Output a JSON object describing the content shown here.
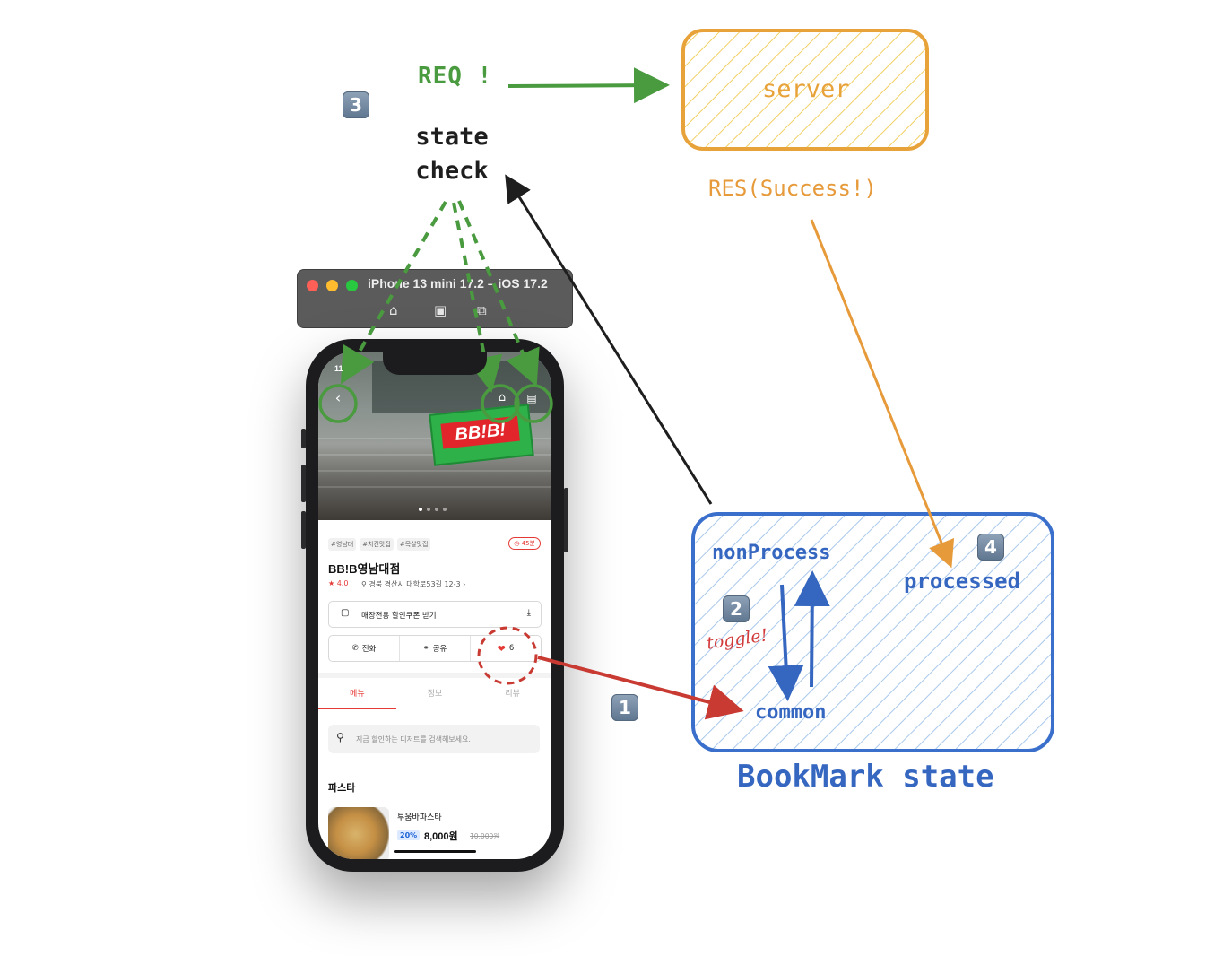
{
  "simulator": {
    "title": "iPhone 13 mini 17.2 – iOS 17.2",
    "home_icon": "home-icon",
    "screenshot_icon": "camera-icon",
    "rotate_icon": "rotate-icon"
  },
  "app": {
    "status_time": "11",
    "hero_sign": "BB!B!",
    "tags": [
      "#영남대",
      "#치킨맛집",
      "#목살맛집"
    ],
    "time_badge": "45분",
    "store_name": "BB!B영남대점",
    "rating": "4.0",
    "address": "경북 경산시 대학로53길 12-3",
    "coupon_label": "매장전용 할인쿠폰 받기",
    "actions": {
      "call": "전화",
      "share": "공유",
      "like_count": "6"
    },
    "tabs": [
      "메뉴",
      "정보",
      "리뷰"
    ],
    "search_placeholder": "지금 할인하는 디저트를 검색해보세요.",
    "section_title": "파스타",
    "menu_item": {
      "name": "투움바파스타",
      "discount": "20%",
      "price": "8,000원",
      "original_price": "10,000원"
    }
  },
  "diagram": {
    "req_label": "REQ !",
    "state_check_line1": "state",
    "state_check_line2": "check",
    "server_label": "server",
    "res_label": "RES(Success!)",
    "state_box": {
      "non_process": "nonProcess",
      "processed": "processed",
      "common": "common",
      "toggle": "toggle!",
      "title": "BookMark state"
    },
    "steps": [
      "1",
      "2",
      "3",
      "4"
    ],
    "colors": {
      "green": "#4a9a3f",
      "orange": "#e69a3a",
      "blue": "#3566c0",
      "red": "#c83a32",
      "black": "#1e1e1e"
    }
  }
}
